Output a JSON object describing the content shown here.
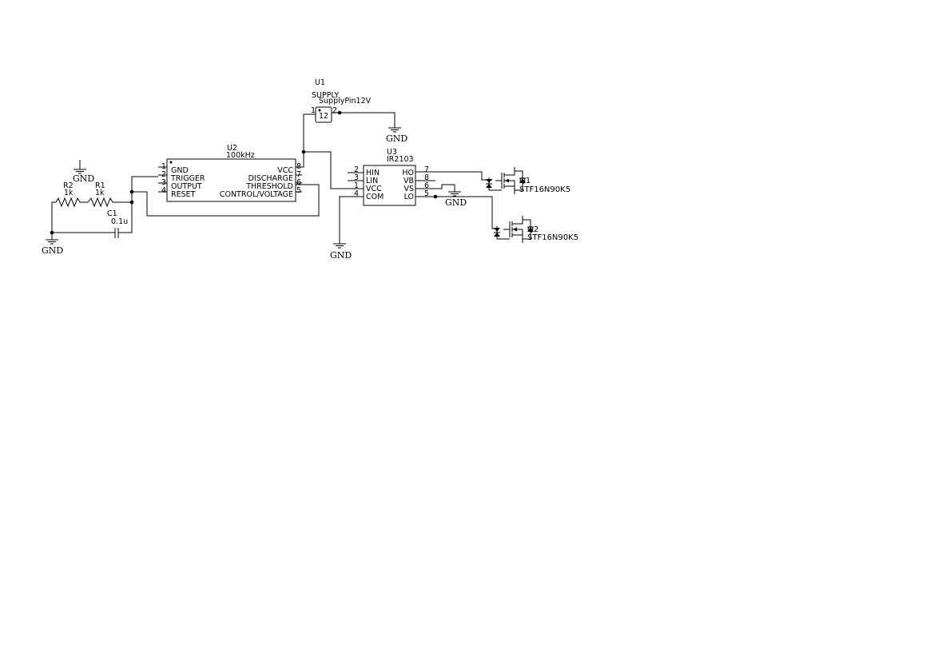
{
  "u1": {
    "ref": "U1",
    "type": "SUPPLY",
    "value": "SupplyPin12V",
    "body": "12",
    "pins": [
      "1",
      "2"
    ]
  },
  "u2": {
    "ref": "U2",
    "value": "100kHz",
    "left_pins": [
      {
        "num": "1",
        "name": "GND"
      },
      {
        "num": "2",
        "name": "TRIGGER"
      },
      {
        "num": "3",
        "name": "OUTPUT"
      },
      {
        "num": "4",
        "name": "RESET"
      }
    ],
    "right_pins": [
      {
        "num": "8",
        "name": "VCC"
      },
      {
        "num": "7",
        "name": "DISCHARGE"
      },
      {
        "num": "6",
        "name": "THRESHOLD"
      },
      {
        "num": "5",
        "name": "CONTROL/VOLTAGE"
      }
    ]
  },
  "u3": {
    "ref": "U3",
    "value": "IR2103",
    "left_pins": [
      {
        "num": "2",
        "name": "HIN"
      },
      {
        "num": "3",
        "name": "LIN"
      },
      {
        "num": "1",
        "name": "VCC"
      },
      {
        "num": "4",
        "name": "COM"
      }
    ],
    "right_pins": [
      {
        "num": "7",
        "name": "HO"
      },
      {
        "num": "8",
        "name": "VB"
      },
      {
        "num": "6",
        "name": "VS"
      },
      {
        "num": "5",
        "name": "LO"
      }
    ]
  },
  "r1": {
    "ref": "R1",
    "value": "1k"
  },
  "r2": {
    "ref": "R2",
    "value": "1k"
  },
  "c1": {
    "ref": "C1",
    "value": "0.1u"
  },
  "q1": {
    "ref": "Q1",
    "value": "STF16N90K5"
  },
  "q2": {
    "ref": "Q2",
    "value": "STF16N90K5"
  },
  "gnd_label": "GND"
}
